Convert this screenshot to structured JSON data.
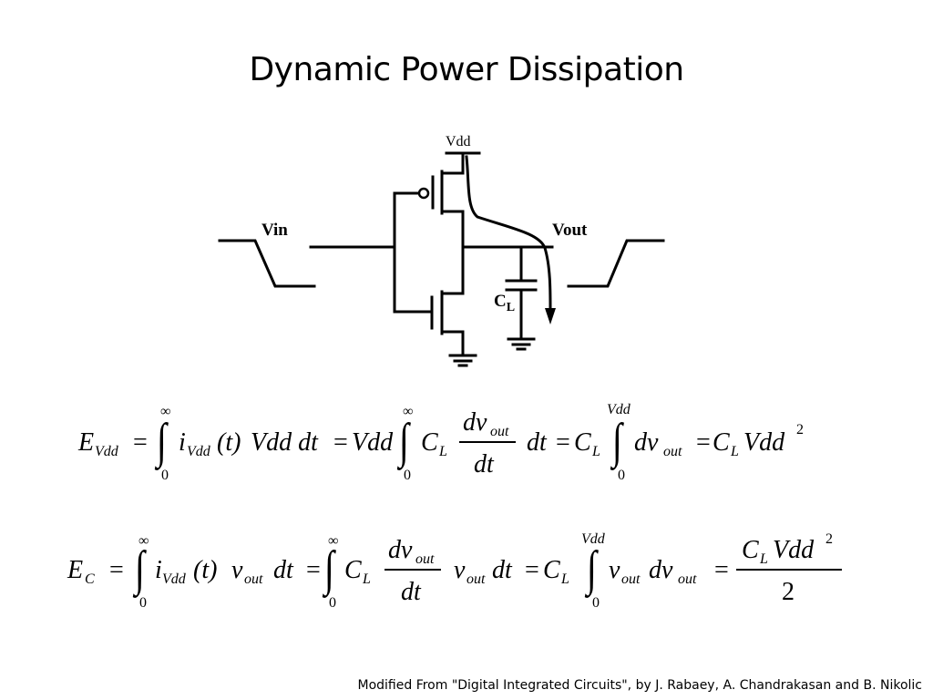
{
  "slide": {
    "title": "Dynamic Power Dissipation",
    "footer": "Modified From \"Digital Integrated Circuits\", by J. Rabaey, A. Chandrakasan and B. Nikolic"
  },
  "circuit": {
    "vdd_label": "Vdd",
    "vin_label": "Vin",
    "vout_label": "Vout",
    "cap_label": "C",
    "cap_sub": "L"
  },
  "eq1": {
    "lhs": "E",
    "lhs_sub": "Vdd",
    "eq": "=",
    "inf": "∞",
    "zero": "0",
    "i": "i",
    "i_sub": "Vdd",
    "t_arg": "(t)",
    "vdd_dt": "Vdd dt",
    "eq2": "=",
    "vdd": "Vdd",
    "c": "C",
    "c_sub": "L",
    "num": "dv",
    "num_sub": "out",
    "den": "dt",
    "dt": "dt",
    "eq3": "=",
    "c2": "C",
    "c2_sub": "L",
    "up_limit": "Vdd",
    "dv": "dv",
    "dv_sub": "out",
    "eq4": "=",
    "result": "C",
    "result_sub": "L",
    "result_vdd": "Vdd",
    "exp": "2"
  },
  "eq2": {
    "lhs": "E",
    "lhs_sub": "C",
    "eq": "=",
    "inf": "∞",
    "zero": "0",
    "i": "i",
    "i_sub": "Vdd",
    "t_arg": "(t)",
    "v": "v",
    "v_sub": "out",
    "dt": "dt",
    "eq2": "=",
    "c": "C",
    "c_sub": "L",
    "num": "dv",
    "num_sub": "out",
    "den": "dt",
    "v2": "v",
    "v2_sub": "out",
    "dt2": "dt",
    "eq3": "=",
    "c2": "C",
    "c2_sub": "L",
    "up_limit": "Vdd",
    "v3": "v",
    "v3_sub": "out",
    "dv": "dv",
    "dv_sub": "out",
    "eq4": "=",
    "frac_c": "C",
    "frac_c_sub": "L",
    "frac_vdd": "Vdd",
    "frac_exp": "2",
    "frac_den": "2"
  }
}
